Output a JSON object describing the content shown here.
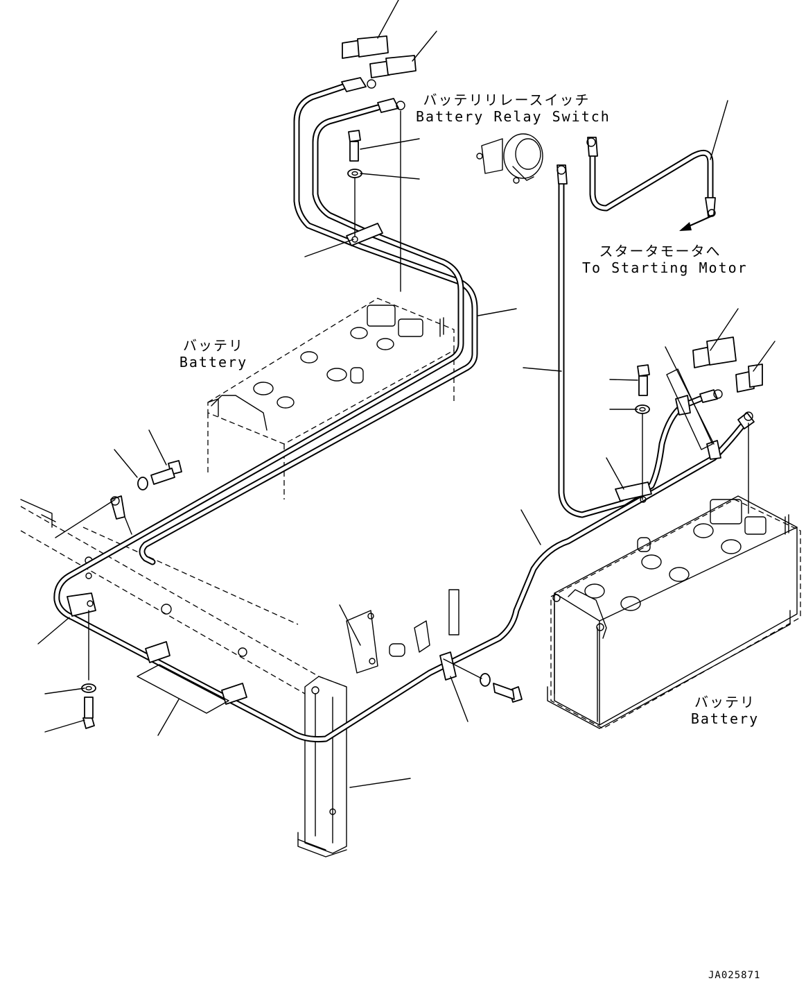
{
  "labels": {
    "relay_switch_jp": "バッテリリレースイッチ",
    "relay_switch_en": "Battery Relay Switch",
    "starter_jp": "スタータモータへ",
    "starter_en": "To Starting Motor",
    "battery_left_jp": "バッテリ",
    "battery_left_en": "Battery",
    "battery_right_jp": "バッテリ",
    "battery_right_en": "Battery"
  },
  "doc_id": "JA025871"
}
